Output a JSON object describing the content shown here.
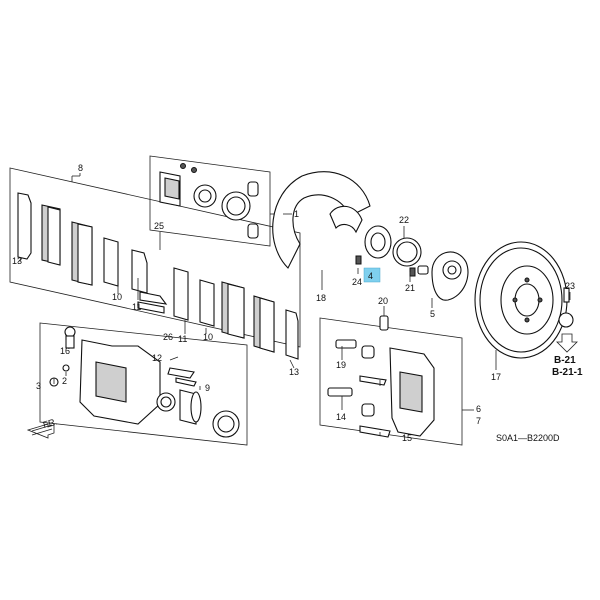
{
  "labels": {
    "l1": "1",
    "l2": "2",
    "l3": "3",
    "l4": "4",
    "l5": "5",
    "l6": "6",
    "l7": "7",
    "l8": "8",
    "l9": "9",
    "l10a": "10",
    "l10b": "10",
    "l11a": "11",
    "l11b": "11",
    "l12": "12",
    "l13a": "13",
    "l13b": "13",
    "l14": "14",
    "l15": "15",
    "l16": "16",
    "l17": "17",
    "l18": "18",
    "l19": "19",
    "l20": "20",
    "l21": "21",
    "l22": "22",
    "l23": "23",
    "l24": "24",
    "l25": "25",
    "l26": "26"
  },
  "refs": {
    "ref1": "B-21",
    "ref2": "B-21-1"
  },
  "direction": "FR.",
  "diagram_code": "S0A1—B2200D",
  "colors": {
    "highlight": "#7fd0ee",
    "ink": "#111111"
  }
}
